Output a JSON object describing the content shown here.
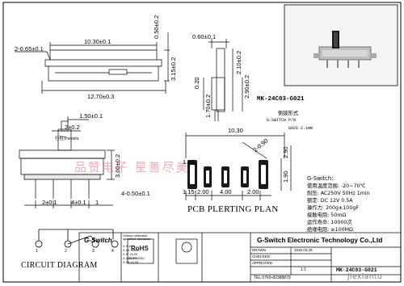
{
  "top_view": {
    "width_dim": "10.30±0.1",
    "left_dim": "2-0.65±0.1",
    "height_dim1": "0.50±0.2",
    "height_dim2": "3.15±0.2",
    "bottom_dim": "12.70±0.3"
  },
  "side_view": {
    "top_dim": "0.60±0.1",
    "dim_a": "2.10±0.2",
    "dim_b": "2.90±0.2",
    "dim_c": "1.70±0.2",
    "dim_d": "0.20"
  },
  "part_number": "MK-24C03-G021",
  "part_sub": "侧拨形式",
  "part_pn_line": "G-SWITCH P/N",
  "part_code": "G021-2.1mm",
  "front_view": {
    "dim_150": "1.50±0.1",
    "dim_2": "2±0.2",
    "note": "行程Travels",
    "dim_height": "3.00±0.2",
    "dim_b1": "2±0.1",
    "dim_b2": "4±0.1",
    "dim_b3": "1",
    "dim_b4": "4-0.50±0.1"
  },
  "pcb": {
    "dim_top": "10.30",
    "dim_slot": "2-0.90",
    "dim_r1": "2.90",
    "dim_r2": "1.90",
    "dim_l": "1.00",
    "dim_b1": "1.15",
    "dim_b2": "2.00",
    "dim_b3": "4.00",
    "dim_b4": "2.00",
    "title": "PCB PLERTING PLAN"
  },
  "spec": {
    "heading": "G-Switch:",
    "lines": [
      "使用温度范围: -20~70℃",
      "耐压: AC250V 50Hz 1min",
      "额定: DC 12V 0.5A",
      "操作力: 200g±100gF",
      "接触电阻: 50mΩ",
      "运作寿命: 10000次",
      "绝缘电阻: ≥100MΩ"
    ]
  },
  "circuit": {
    "title": "CIRCUIT DIAGRAM",
    "pins": [
      "1",
      "2",
      "3",
      "4"
    ]
  },
  "titleblock": {
    "logo": "G-Switch",
    "company": "G-Switch Electronic Technology Co.,Ltd",
    "tol_head": "Unless otherwise specified, tolerance",
    "tol_rows": [
      "X.X ±0.3",
      "X.XX ±0.20",
      "X.X° ±0.20",
      "X.X ±0.10",
      "X.XX ±0.05"
    ],
    "rohs_label": "RoHS",
    "rohs_sub": "2002/95/EC",
    "drawn": "DRAWN",
    "checked": "CHECKED",
    "approved": "APPROVED",
    "date": "2016.03.29",
    "part_no": "MK-24C03-G021",
    "scale": "1:1",
    "tel": "TEL:0769-82388879"
  },
  "watermarks": {
    "center": "品赞电子  星善尽美",
    "corner": "jiexiantu"
  }
}
